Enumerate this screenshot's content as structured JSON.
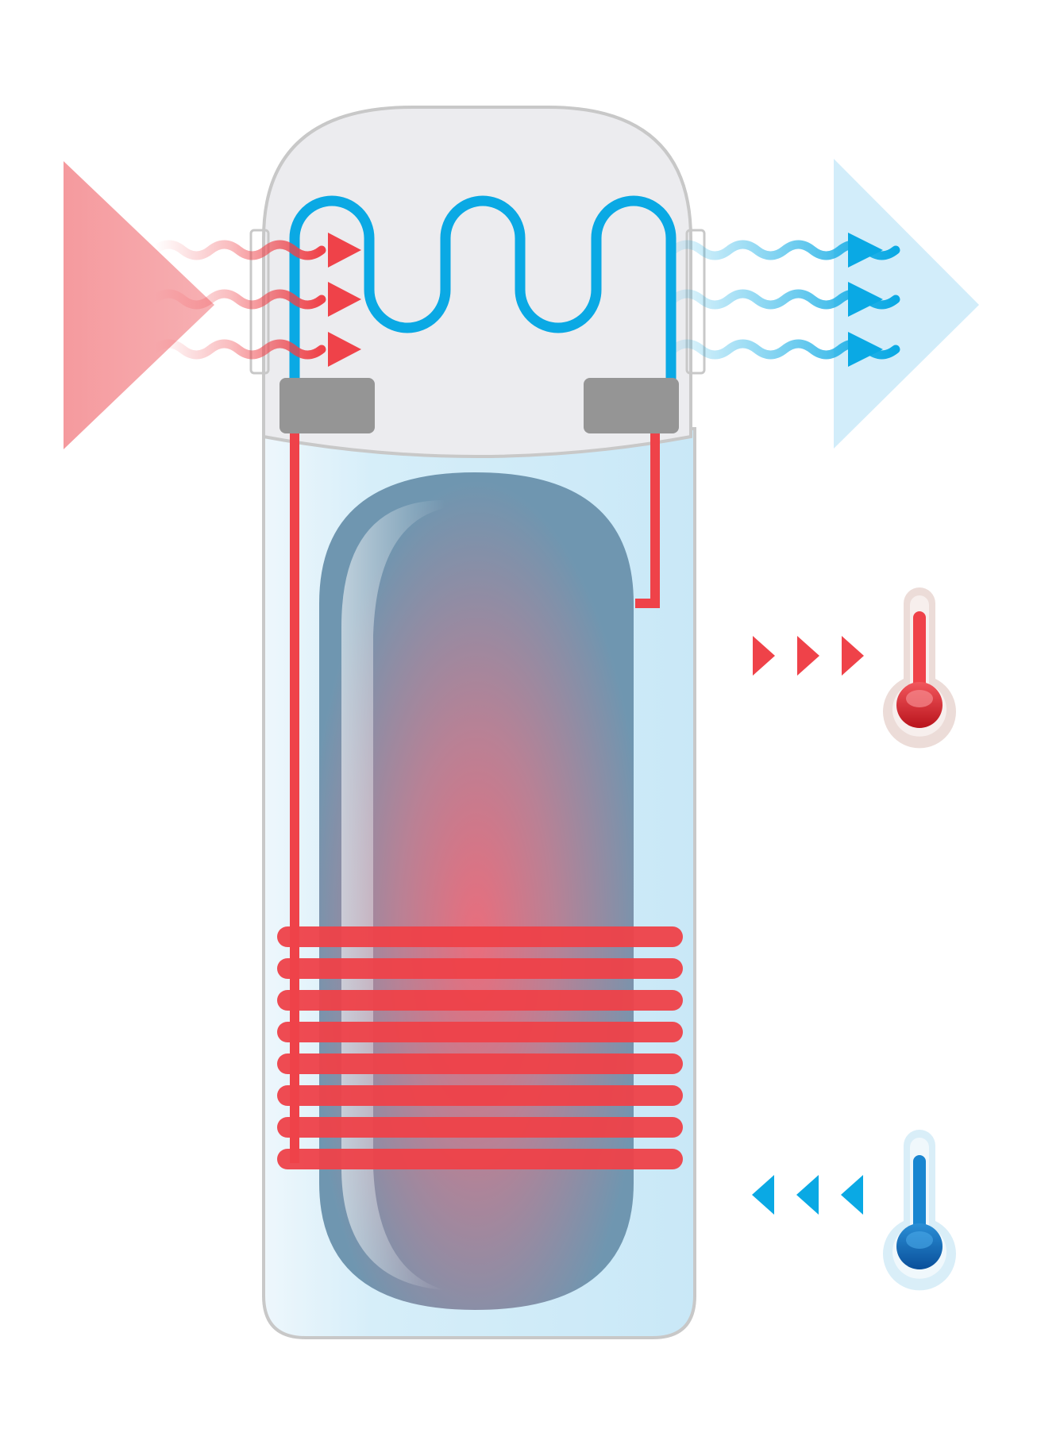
{
  "diagram": {
    "type": "heat-pump-water-heater",
    "colors": {
      "hot": "#ef4249",
      "hot_light": "#f5a0a3",
      "cold": "#0aa9e4",
      "cold_light": "#c9ebf9",
      "tank_body": "#cbe8f7",
      "tank_outline": "#c8c8c8",
      "top_unit": "#ececee",
      "inner_tank": "#6e97b0",
      "inner_tank_core": "#e96f7c",
      "block": "#959595"
    },
    "icons": [
      "hot-thermometer-icon",
      "cold-thermometer-icon"
    ],
    "hot_air_waves": 3,
    "cold_air_waves": 3,
    "condenser_coil_turns": 8,
    "outlet_chevrons": 3,
    "inlet_chevrons": 3
  }
}
